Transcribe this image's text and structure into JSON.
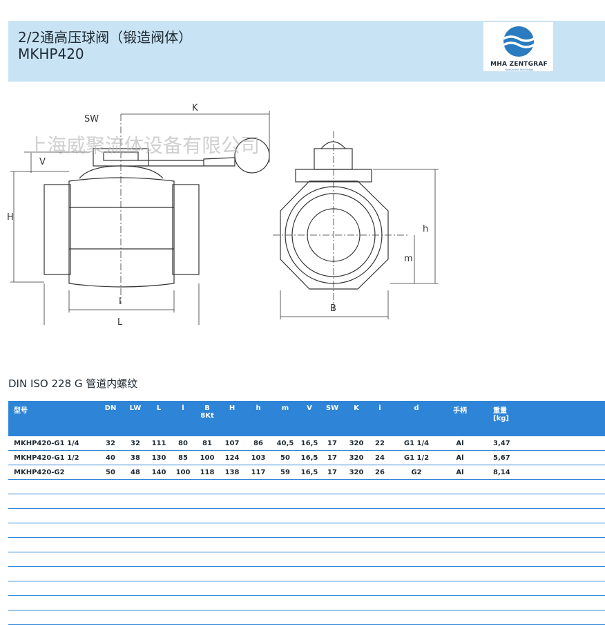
{
  "header": {
    "title_line1": "2/2通高压球阀（锻造阀体）",
    "title_line2": "MKHP420",
    "logo_text": "MHA ZENTGRAF",
    "logo_sub": "FlowControl Technology"
  },
  "drawing": {
    "watermark": "上海威聚流体设备有限公司",
    "label_SW": "SW",
    "label_K": "K",
    "label_V": "V",
    "label_H": "H",
    "label_l": "l",
    "label_L": "L",
    "label_B": "B",
    "label_h": "h",
    "label_m": "m"
  },
  "section": {
    "title": "DIN ISO 228 G 管道内螺纹"
  },
  "table": {
    "headers": {
      "model": "型号",
      "dn": "DN",
      "lw": "LW",
      "L": "L",
      "l": "l",
      "B": "B",
      "B_sub": "8Kt",
      "H": "H",
      "h": "h",
      "m": "m",
      "V": "V",
      "SW": "SW",
      "K": "K",
      "i": "i",
      "d": "d",
      "handle": "手柄",
      "weight": "重量",
      "weight_unit": "[kg]"
    },
    "rows": [
      {
        "model": "MKHP420-G1 1/4",
        "dn": "32",
        "lw": "32",
        "L": "111",
        "l": "80",
        "B": "81",
        "H": "107",
        "h": "86",
        "m": "40,5",
        "V": "16,5",
        "SW": "17",
        "K": "320",
        "i": "22",
        "d": "G1 1/4",
        "handle": "Al",
        "weight": "3,47"
      },
      {
        "model": "MKHP420-G1 1/2",
        "dn": "40",
        "lw": "38",
        "L": "130",
        "l": "85",
        "B": "100",
        "H": "124",
        "h": "103",
        "m": "50",
        "V": "16,5",
        "SW": "17",
        "K": "320",
        "i": "24",
        "d": "G1 1/2",
        "handle": "Al",
        "weight": "5,67"
      },
      {
        "model": "MKHP420-G2",
        "dn": "50",
        "lw": "48",
        "L": "140",
        "l": "100",
        "B": "118",
        "H": "138",
        "h": "117",
        "m": "59",
        "V": "16,5",
        "SW": "17",
        "K": "320",
        "i": "26",
        "d": "G2",
        "handle": "Al",
        "weight": "8,14"
      }
    ]
  },
  "colors": {
    "header_bg": "#c8e4f4",
    "table_header_bg": "#2e84d6",
    "line": "#2e84d6"
  }
}
